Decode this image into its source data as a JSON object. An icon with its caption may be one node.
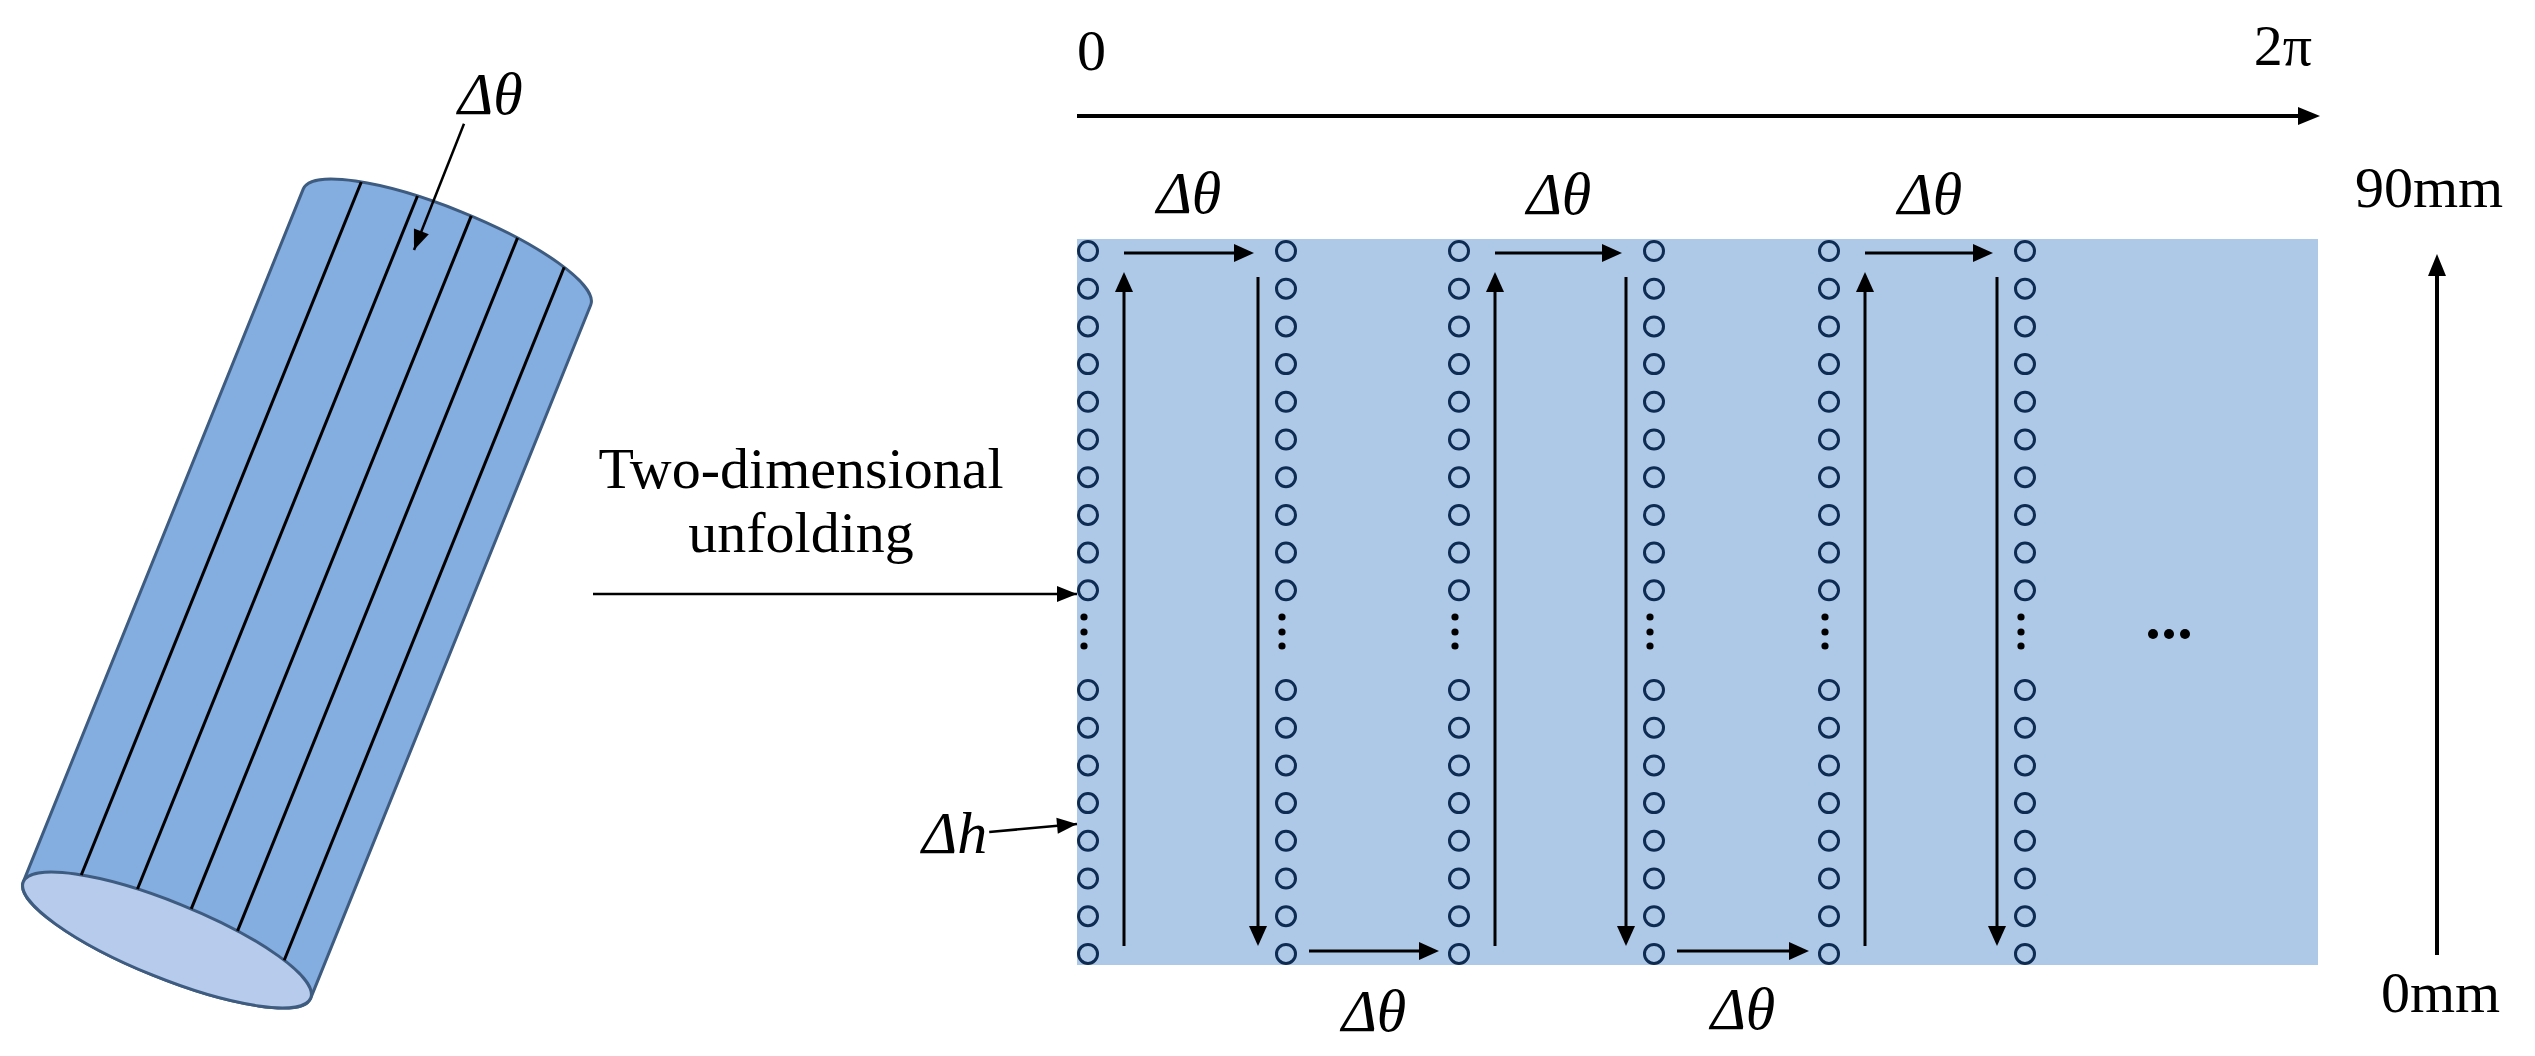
{
  "diagram": {
    "nodes": [
      {
        "text": [
          "Δθ"
        ]
      },
      {
        "text": [],
        "shape": "cylinder"
      },
      {
        "text": [],
        "shape": "box"
      },
      {
        "text": [
          "Δh"
        ]
      }
    ],
    "edges": [
      {
        "from": 0,
        "to": 1,
        "arrow": "to"
      },
      {
        "from": 1,
        "to": 2,
        "arrow": "to",
        "label": "Two-dimensional unfolding"
      },
      {
        "from": 3,
        "to": 2,
        "arrow": "to"
      }
    ],
    "labels": [
      "0",
      "2π",
      "Δθ",
      "Δθ",
      "Δθ",
      "90mm",
      "Δθ",
      "Δθ",
      "0mm"
    ]
  }
}
